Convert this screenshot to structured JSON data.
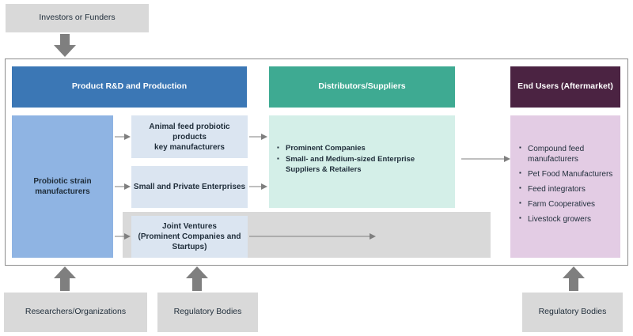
{
  "top": {
    "investors": "Investors or Funders"
  },
  "headers": {
    "rnd": "Product R&D and Production",
    "distributors": "Distributors/Suppliers",
    "end_users": "End Users (Aftermarket)"
  },
  "probiotic": {
    "line1": "Probiotic strain",
    "line2": "manufacturers"
  },
  "middle": {
    "animal_feed": {
      "line1": "Animal feed probiotic products",
      "line2": "key manufacturers"
    },
    "small_private": "Small and Private Enterprises",
    "joint": {
      "line1": "Joint Ventures",
      "line2": "(Prominent Companies and",
      "line3": "Startups)"
    }
  },
  "distributors_list": [
    "Prominent Companies",
    "Small- and Medium-sized Enterprise Suppliers & Retailers"
  ],
  "end_users_list": [
    "Compound feed manufacturers",
    "Pet Food Manufacturers",
    "Feed integrators",
    "Farm Cooperatives",
    "Livestock growers"
  ],
  "bottom": {
    "researchers": "Researchers/Organizations",
    "regulatory_left": "Regulatory Bodies",
    "regulatory_right": "Regulatory Bodies"
  },
  "colors": {
    "rnd_header": "#3b77b5",
    "distributors_header": "#3eaa92",
    "end_users_header": "#4b2342",
    "probiotic_box": "#8fb4e3",
    "middle_boxes": "#dbe5f1",
    "distributors_body": "#d4efe8",
    "end_users_body": "#e3cce4",
    "gray": "#d9d9d9",
    "arrow_gray": "#7f7f7f"
  }
}
